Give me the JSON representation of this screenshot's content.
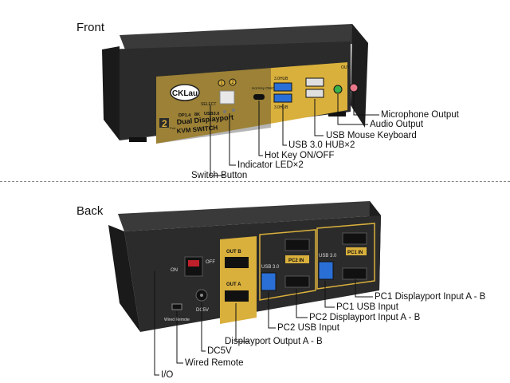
{
  "sections": {
    "front": "Front",
    "back": "Back"
  },
  "front_panel": {
    "logo": "CKLau",
    "badges": [
      "DP1.4",
      "8K",
      "USB3.0"
    ],
    "model_line1": "Dual Displayport",
    "model_line2": "KVM SWITCH",
    "port_count": "2",
    "port_suffix": "Port",
    "select_label": "SELECT",
    "port_numbers": [
      "1",
      "2"
    ],
    "hotkey_label": "Hot Key ON/OFF",
    "hub_label_top": "3.0HUB",
    "hub_label_bottom": "3.0HUB",
    "out_label": "OUT"
  },
  "front_callouts": [
    "Microphone Output",
    "Audio Output",
    "USB Mouse Keyboard",
    "USB 3.0 HUB×2",
    "Hot Key ON/OFF",
    "Indicator LED×2",
    "Switch Button"
  ],
  "back_panel": {
    "on_label": "ON",
    "off_label": "OFF",
    "dc_label": "DC5V",
    "wired_remote_label": "Wired Remote",
    "out_b": "OUT B",
    "out_a": "OUT A",
    "usb30_left": "USB 3.0",
    "usb30_right": "USB 3.0",
    "pc2_in": "PC2 IN",
    "pc1_in": "PC1 IN"
  },
  "back_callouts": [
    "PC1 Displayport Input A - B",
    "PC1 USB Input",
    "PC2 Displayport Input A - B",
    "PC2 USB Input",
    "Displayport Output A - B",
    "DC5V",
    "Wired Remote",
    "I/O"
  ],
  "colors": {
    "chassis": "#2a2a2a",
    "gold": "#d9b03c",
    "usb_blue": "#2a6fd6",
    "audio_green": "#3cb04a",
    "mic_pink": "#e8788a"
  }
}
